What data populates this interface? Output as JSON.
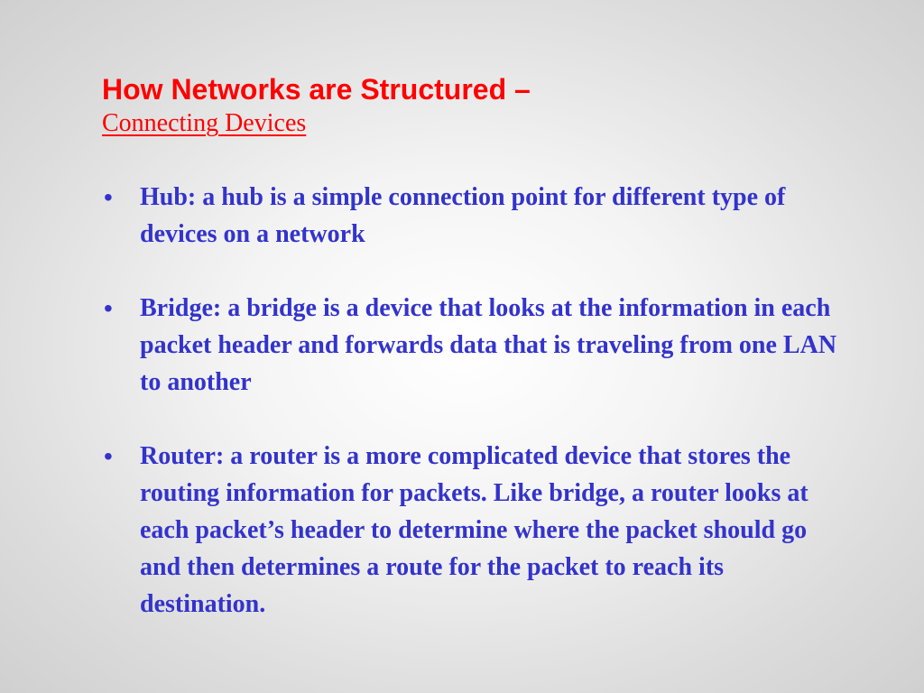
{
  "slide": {
    "title": "How Networks are Structured –",
    "subtitle": "Connecting Devices",
    "bullet_glyph": "•",
    "bullets": [
      "Hub: a hub is a simple connection point for different type of devices on a network",
      "Bridge: a bridge is a device that looks at the information in each packet header and forwards data that is traveling from one LAN to another",
      "Router: a router is a more complicated device that stores the routing information for packets. Like bridge, a router looks at each packet’s header to determine where the packet should go and then determines a route for the packet to reach its destination."
    ]
  },
  "colors": {
    "title": "#ff0000",
    "body_text": "#3333cc"
  }
}
